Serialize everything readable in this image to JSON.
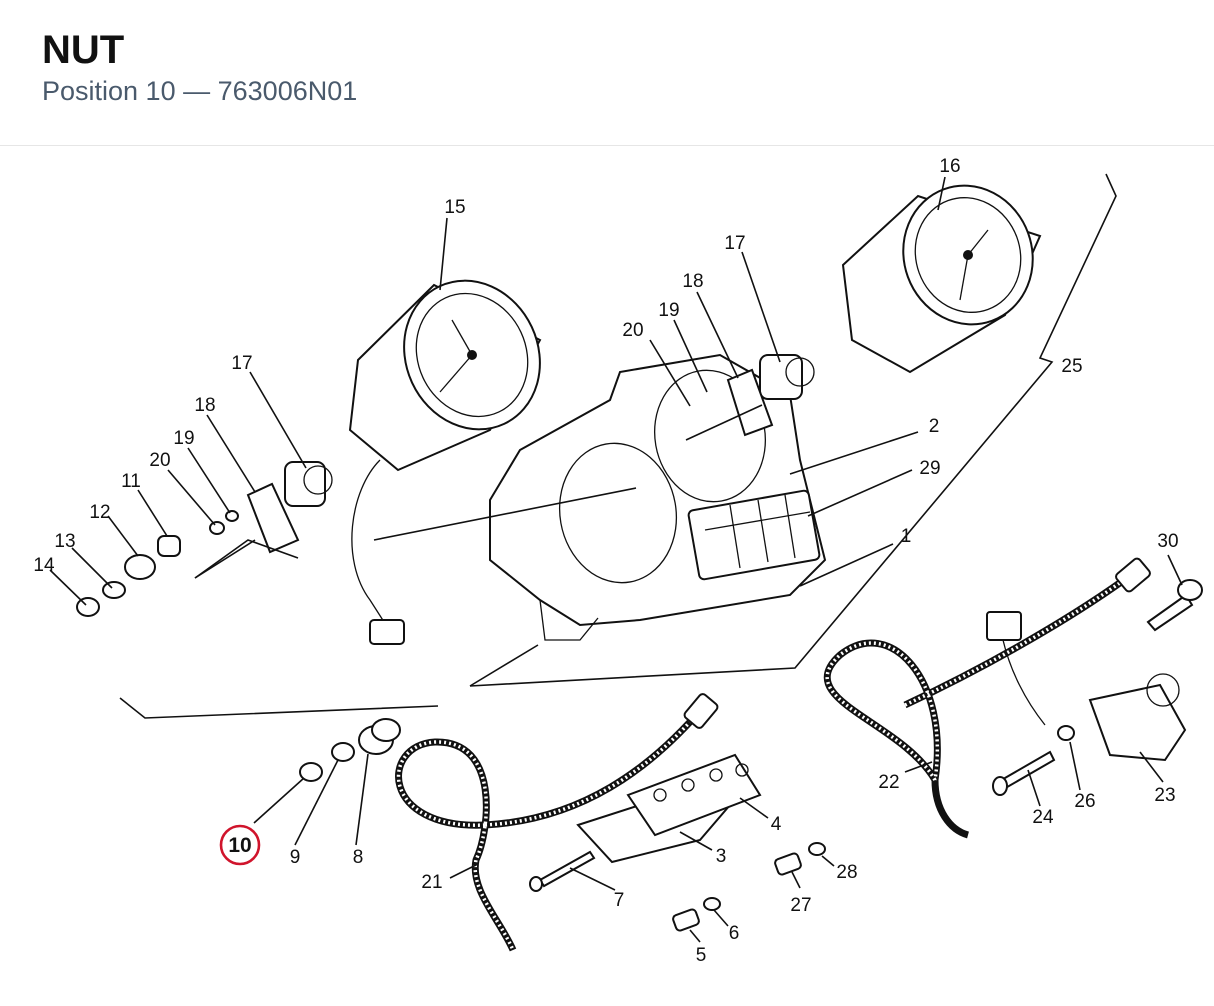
{
  "header": {
    "title": "NUT",
    "position_label": "Position 10",
    "separator": "—",
    "part_number": "763006N01"
  },
  "diagram": {
    "highlight_color": "#d0142c",
    "highlighted_position": "10",
    "callouts": {
      "c1": "1",
      "c2": "2",
      "c3": "3",
      "c4": "4",
      "c5": "5",
      "c6": "6",
      "c7": "7",
      "c8": "8",
      "c9": "9",
      "c10": "10",
      "c11": "11",
      "c12": "12",
      "c13": "13",
      "c14": "14",
      "c15": "15",
      "c16": "16",
      "c17a": "17",
      "c17b": "17",
      "c18a": "18",
      "c18b": "18",
      "c19a": "19",
      "c19b": "19",
      "c20a": "20",
      "c20b": "20",
      "c21": "21",
      "c22": "22",
      "c23": "23",
      "c24": "24",
      "c25": "25",
      "c26": "26",
      "c27": "27",
      "c28": "28",
      "c29": "29",
      "c30": "30"
    }
  }
}
